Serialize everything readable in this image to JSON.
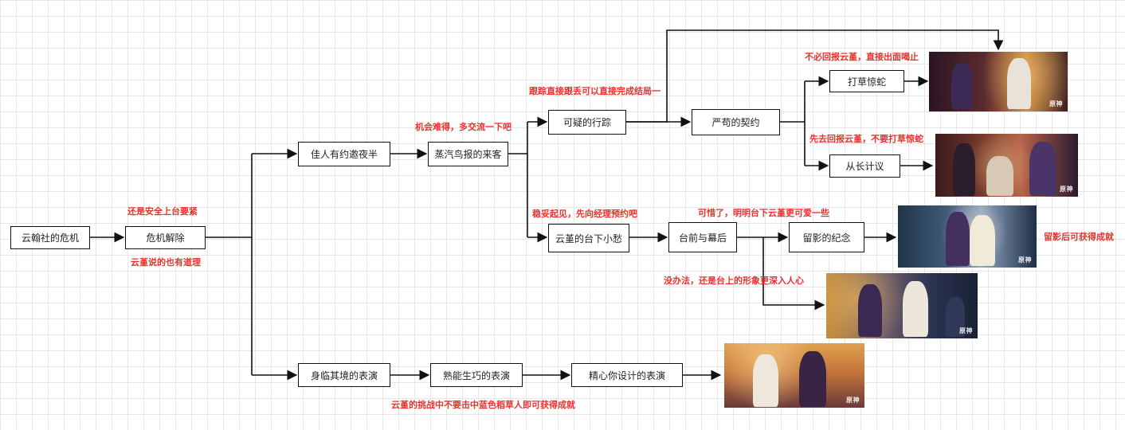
{
  "nodes": {
    "crisis": "云翰社的危机",
    "resolved": "危机解除",
    "date": "佳人有约邀夜半",
    "steam_bird": "蒸汽鸟报的来客",
    "suspicious": "可疑的行踪",
    "contract": "严苟的契约",
    "scare": "打草惊蛇",
    "long_term": "从长计议",
    "worry": "云堇的台下小愁",
    "stage": "台前与幕后",
    "memento": "留影的纪念",
    "immersive": "身临其境的表演",
    "practice": "熟能生巧的表演",
    "designed": "精心你设计的表演"
  },
  "notes": {
    "safety": "还是安全上台要紧",
    "yunjin_right": "云堇说的也有道理",
    "chance": "机会难得，多交流一下吧",
    "follow": "跟踪直接跟丢可以直接完成结局一",
    "no_report": "不必回报云堇，直接出面喝止",
    "report_first": "先去回报云堇，不要打草惊蛇",
    "steady": "稳妥起见，先向经理预约吧",
    "pity": "可惜了，明明台下云堇更可爱一些",
    "no_choice": "没办法，还是台上的形象更深入人心",
    "achievement_photo": "留影后可获得成就",
    "challenge": "云堇的挑战中不要击中蓝色稻草人即可获得成就"
  },
  "thumb_logo": "原神",
  "colors": {
    "note": "#e8322d",
    "line": "#111111"
  }
}
